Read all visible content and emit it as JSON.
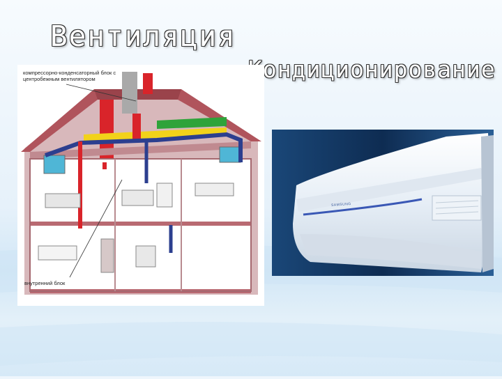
{
  "slide": {
    "title_ventilation": "Вентиляция",
    "title_conditioning": "Кондиционирование"
  },
  "house_diagram": {
    "label_outdoor_unit": "компрессорно-конденсаторный блок с центробежным вентилятором",
    "label_indoor_unit": "внутренний блок"
  },
  "ac_photo": {
    "brand": "SAMSUNG"
  },
  "colors": {
    "background_top": "#f4f9fd",
    "background_band": "#d3e8f6",
    "roof": "#b0545c",
    "wall": "#c89aa0",
    "duct_red": "#d9242a",
    "duct_blue": "#2c3f8f",
    "duct_yellow": "#f2d21a",
    "duct_green": "#2fa33a",
    "ac_back": "#0f2b4f"
  }
}
